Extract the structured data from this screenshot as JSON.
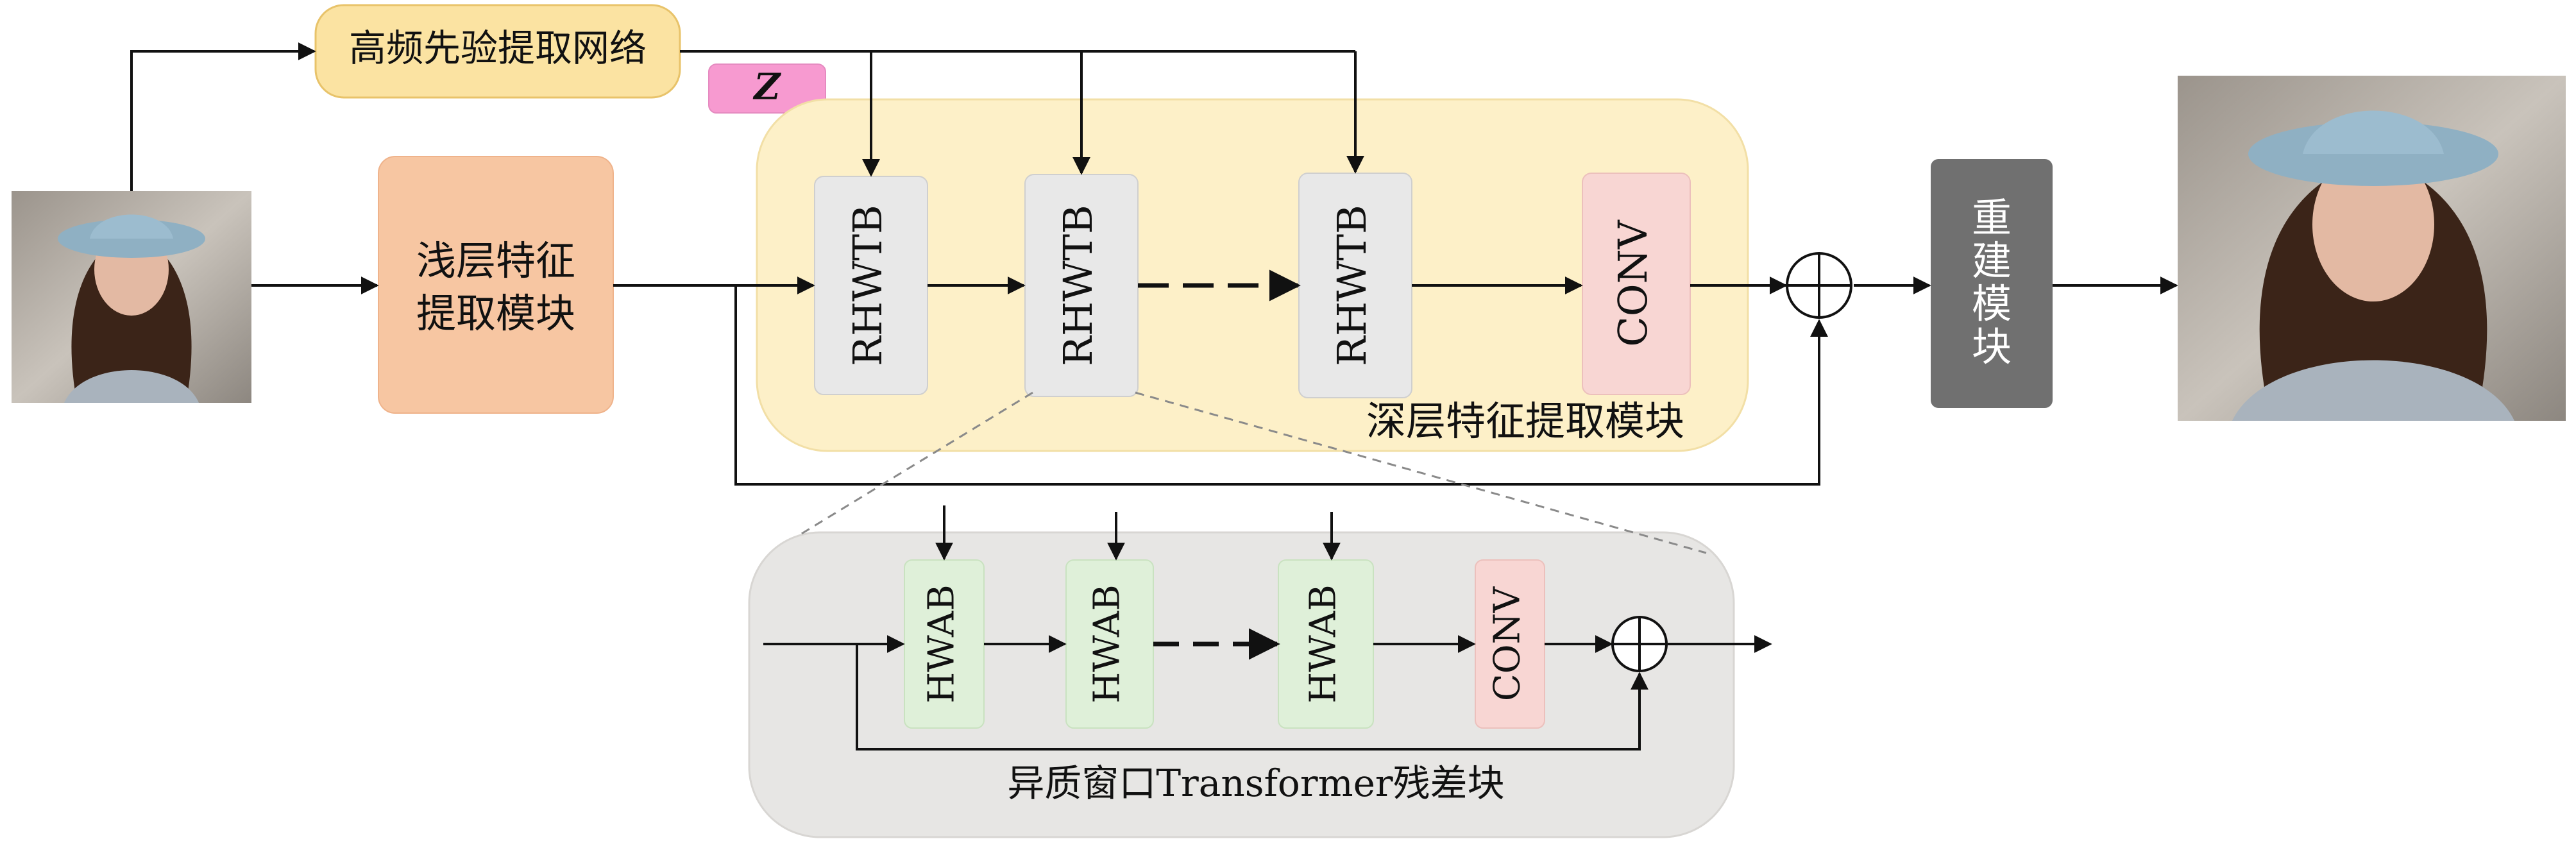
{
  "top_prior_network": {
    "label": "高频先验提取网络"
  },
  "z_tag": {
    "label": "Z"
  },
  "shallow_module": {
    "line1": "浅层特征",
    "line2": "提取模块"
  },
  "deep_module": {
    "caption": "深层特征提取模块",
    "blocks": [
      "RHWTB",
      "RHWTB",
      "RHWTB"
    ],
    "conv": "CONV"
  },
  "reconstruct": {
    "chars": [
      "重",
      "建",
      "模",
      "块"
    ]
  },
  "residual_block": {
    "caption": "异质窗口Transformer残差块",
    "blocks": [
      "HWAB",
      "HWAB",
      "HWAB"
    ],
    "conv": "CONV"
  },
  "images": {
    "input": "input-portrait-photo",
    "output": "output-portrait-photo"
  },
  "colors": {
    "prior_fill": "#fbe3a2",
    "prior_stroke": "#e8c36a",
    "z_fill": "#f79ad0",
    "shallow_fill": "#f7c6a2",
    "deep_fill": "#fdf0c8",
    "block_fill": "#e8e8e8",
    "conv_fill": "#f8d6d3",
    "recon_fill": "#707070",
    "residual_fill": "#e7e6e4",
    "hwab_fill": "#dff0d9"
  }
}
